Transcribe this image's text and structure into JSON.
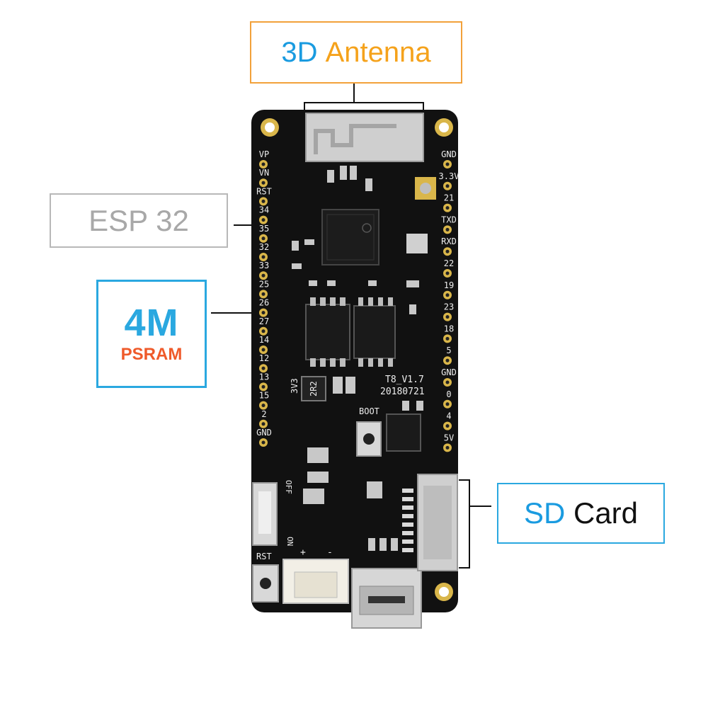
{
  "callouts": {
    "antenna": {
      "part1": "3D",
      "part2": "Antenna"
    },
    "esp32": {
      "label": "ESP 32"
    },
    "psram": {
      "size": "4M",
      "type": "PSRAM"
    },
    "sd": {
      "part1": "SD",
      "part2": "Card"
    }
  },
  "board": {
    "left_pins": [
      "VP",
      "VN",
      "RST",
      "34",
      "35",
      "32",
      "33",
      "25",
      "26",
      "27",
      "14",
      "12",
      "13",
      "15",
      "2",
      "GND"
    ],
    "right_pins": [
      "GND",
      "3.3V",
      "21",
      "TXD",
      "RXD",
      "22",
      "19",
      "23",
      "18",
      "5",
      "GND",
      "0",
      "4",
      "5V"
    ],
    "version": "T8_V1.7",
    "date": "20180721",
    "boot_label": "BOOT",
    "rst_label": "RST",
    "v33_label": "3V3",
    "inductor_label": "2R2",
    "off_label": "OFF",
    "on_label": "ON",
    "plus_label": "+",
    "minus_label": "-"
  },
  "colors": {
    "antenna_border": "#f2a13a",
    "esp_border": "#b8b8b8",
    "psram_border": "#2aa8e0",
    "sd_border": "#2aa8e0",
    "pcb": "#111111",
    "pad_gold": "#d9b64a"
  }
}
